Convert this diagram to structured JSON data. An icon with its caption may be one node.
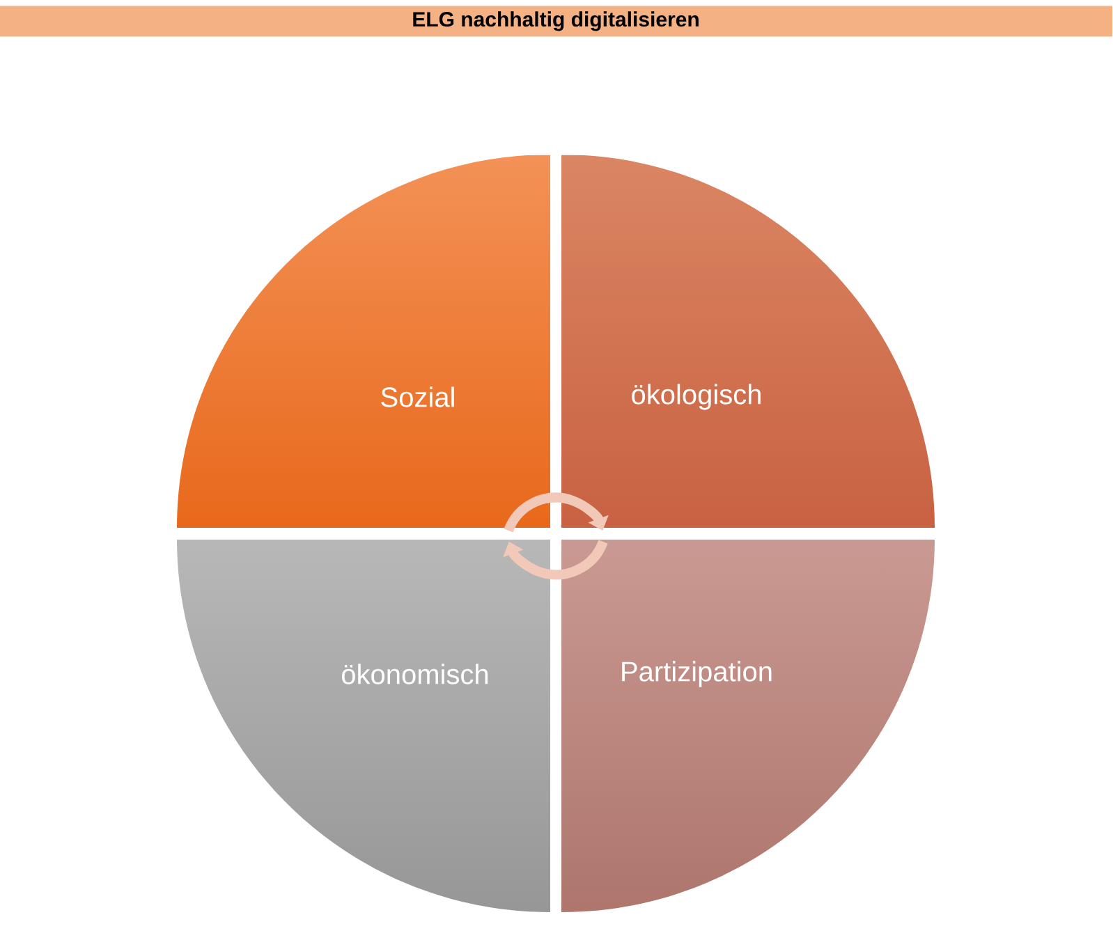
{
  "diagram": {
    "title": "ELG nachhaltig digitalisieren",
    "nodes": [
      {
        "text": [
          "Sozial"
        ]
      },
      {
        "text": [
          "ökologisch"
        ]
      },
      {
        "text": [
          "ökonomisch"
        ]
      },
      {
        "text": [
          "Partizipation"
        ]
      }
    ]
  }
}
